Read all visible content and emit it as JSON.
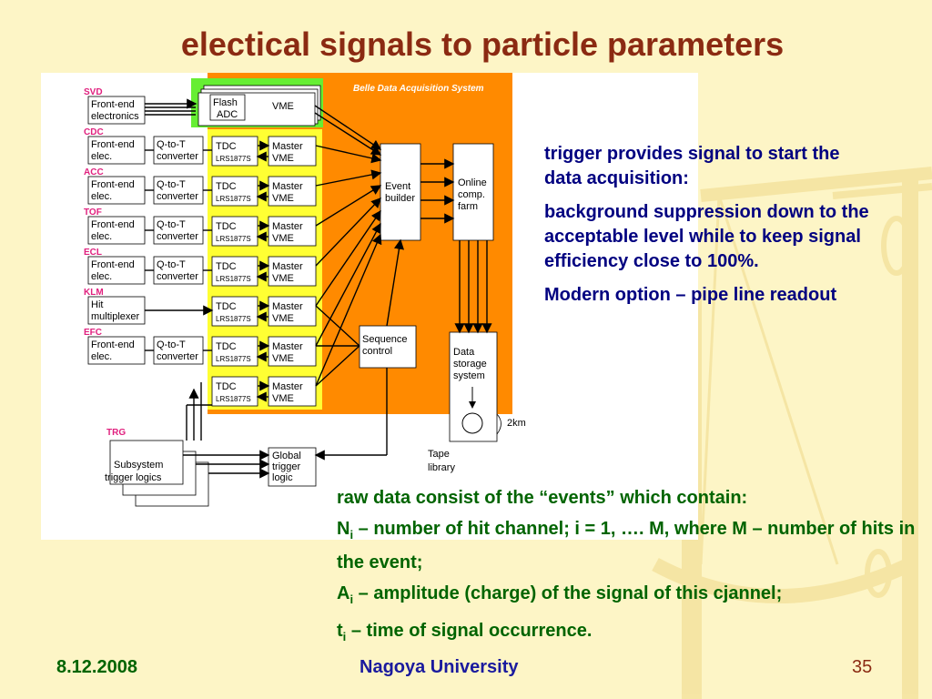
{
  "slide": {
    "title": "electical signals to particle parameters",
    "date": "8.12.2008",
    "university": "Nagoya University",
    "page_number": "35"
  },
  "bullets": [
    "trigger provides signal to start the data acquisition:",
    "background suppression down to the acceptable level while to keep signal efficiency close to 100%.",
    "Modern option – pipe line readout"
  ],
  "raw_data": {
    "intro": "raw data consist of the “events” which contain:",
    "n_symbol": "N",
    "n_sub": "i",
    "n_text": " – number of hit channel;   i = 1, …. M, where M – number of hits in the event;",
    "a_symbol": "A",
    "a_sub": "i",
    "a_text": " – amplitude (charge) of the signal of this cjannel;",
    "t_symbol": "t",
    "t_sub": "i",
    "t_text": " – time of signal occurrence."
  },
  "diagram": {
    "system_title": "Belle Data Acquisition System",
    "flash_adc": [
      "Flash",
      "ADC"
    ],
    "vme": "VME",
    "detectors": [
      {
        "name": "SVD",
        "frontend": [
          "Front-end",
          "electronics"
        ],
        "converter": []
      },
      {
        "name": "CDC",
        "frontend": [
          "Front-end",
          "elec."
        ],
        "converter": [
          "Q-to-T",
          "converter"
        ]
      },
      {
        "name": "ACC",
        "frontend": [
          "Front-end",
          "elec."
        ],
        "converter": [
          "Q-to-T",
          "converter"
        ]
      },
      {
        "name": "TOF",
        "frontend": [
          "Front-end",
          "elec."
        ],
        "converter": [
          "Q-to-T",
          "converter"
        ]
      },
      {
        "name": "ECL",
        "frontend": [
          "Front-end",
          "elec."
        ],
        "converter": [
          "Q-to-T",
          "converter"
        ]
      },
      {
        "name": "KLM",
        "frontend": [
          "Hit",
          "multiplexer"
        ],
        "converter": []
      },
      {
        "name": "EFC",
        "frontend": [
          "Front-end",
          "elec."
        ],
        "converter": [
          "Q-to-T",
          "converter"
        ]
      }
    ],
    "tdc_label": "TDC",
    "tdc_model": "LRS1877S",
    "master_vme": [
      "Master",
      "VME"
    ],
    "event_builder": [
      "Event",
      "builder"
    ],
    "online_farm": [
      "Online",
      "comp.",
      "farm"
    ],
    "sequence_control": [
      "Sequence",
      "control"
    ],
    "data_storage": [
      "Data",
      "storage",
      "system"
    ],
    "distance": "2km",
    "tape_library": [
      "Tape",
      "library"
    ],
    "trg": "TRG",
    "subsystem": [
      "Subsystem",
      "trigger logics"
    ],
    "global_trigger": [
      "Global",
      "trigger",
      "logic"
    ]
  },
  "colors": {
    "background": "#fdf5c6",
    "title": "#8b2a12",
    "bullets": "#000080",
    "raw_data": "#006400",
    "daq_orange": "#ff8a00",
    "readout_yellow": "#ffff33",
    "svd_green": "#66ee33",
    "detector_pink": "#e0207e"
  }
}
